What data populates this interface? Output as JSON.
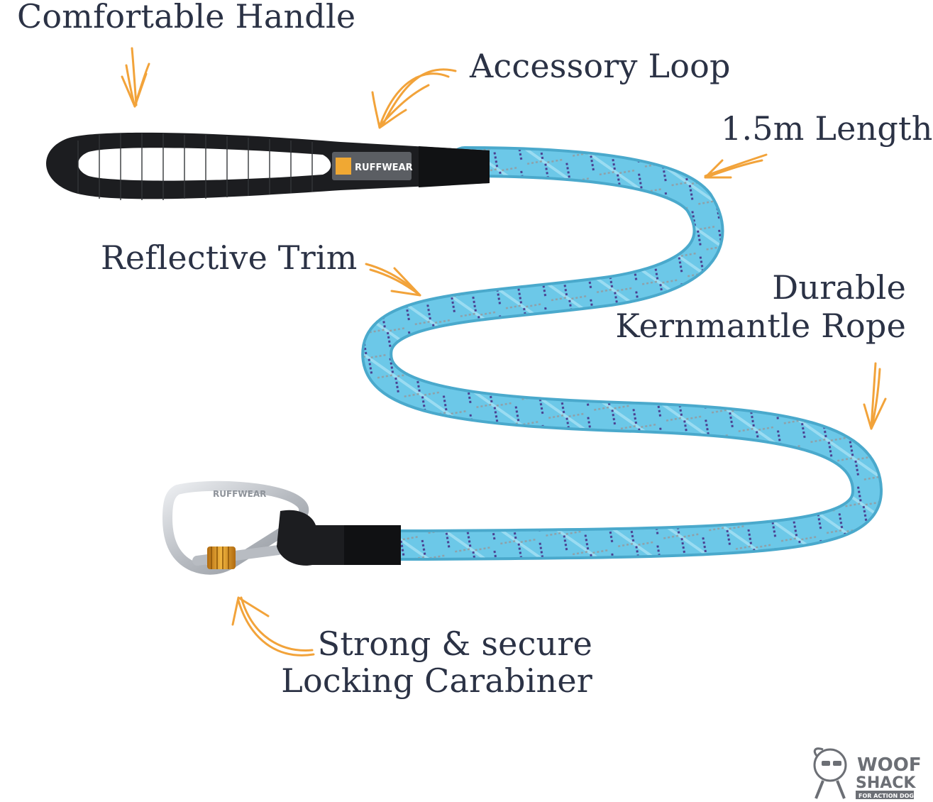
{
  "labels": {
    "comfortable_handle": "Comfortable Handle",
    "accessory_loop": "Accessory Loop",
    "length": "1.5m Length",
    "reflective_trim": "Reflective Trim",
    "durable_line1": "Durable",
    "durable_line2": "Kernmantle Rope",
    "carabiner_line1": "Strong & secure",
    "carabiner_line2": "Locking Carabiner"
  },
  "brand": {
    "handle_tag": "RUFFWEAR",
    "carabiner_engraving": "RUFFWEAR",
    "logo_line1": "WOOF",
    "logo_line2": "SHACK",
    "logo_line3": "FOR ACTION DOGS"
  },
  "colors": {
    "text": "#2b3245",
    "arrow": "#f2a33a",
    "rope": "#6cc8e8",
    "rope_pattern": "#4a3d8f",
    "handle": "#1c1d20",
    "carabiner": "#c8cbd0",
    "gate_lock": "#e59a1e"
  },
  "icons": {
    "arrows": "hand-drawn-arrow-icon",
    "logo": "dog-with-sunglasses-icon"
  }
}
